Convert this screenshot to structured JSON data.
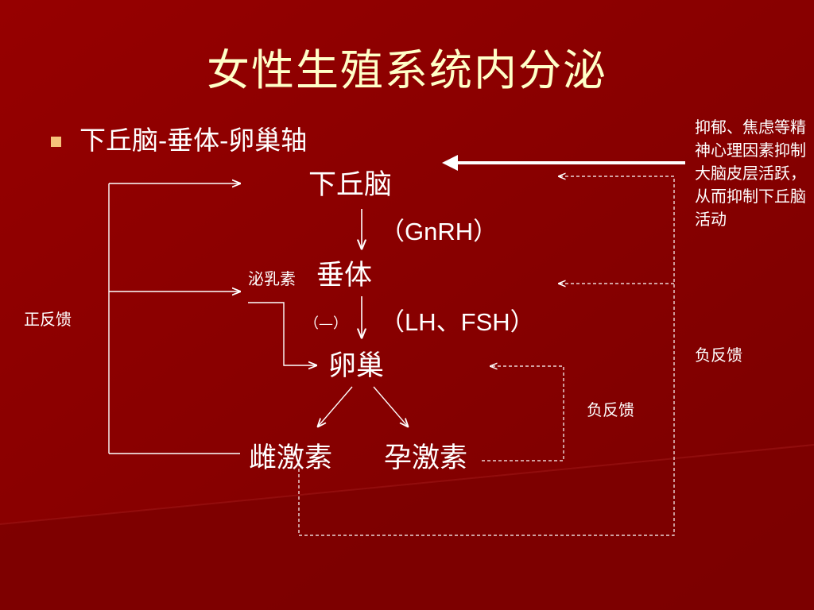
{
  "title": "女性生殖系统内分泌",
  "bullet": "下丘脑-垂体-卵巢轴",
  "nodes": {
    "hypothalamus": "下丘脑",
    "gnrh": "（GnRH）",
    "prolactin": "泌乳素",
    "pituitary": "垂体",
    "inhibit_sign": "（—）",
    "lh_fsh": "（LH、FSH）",
    "ovary": "卵巢",
    "estrogen": "雌激素",
    "progesterone": "孕激素"
  },
  "labels": {
    "positive_feedback": "正反馈",
    "negative_feedback_right": "负反馈",
    "negative_feedback_inner": "负反馈"
  },
  "note": "抑郁、焦虑等精神心理因素抑制大脑皮层活跃，从而抑制下丘脑活动",
  "colors": {
    "background": "#8a0000",
    "title": "#ffffc8",
    "bullet_marker": "#f5c27a",
    "text": "#ffffff"
  }
}
